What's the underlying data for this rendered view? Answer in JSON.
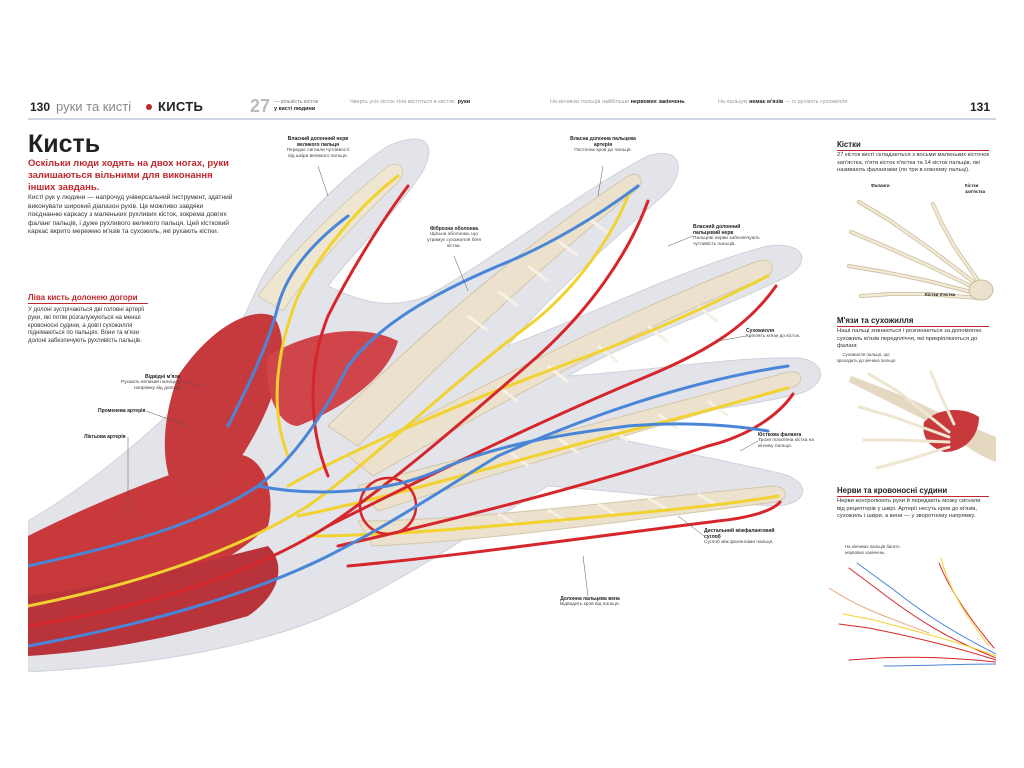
{
  "header": {
    "left_page_number": "130",
    "section": "руки та кисті",
    "chapter": "КИСТЬ",
    "fact_number": "27",
    "fact_text": "— кількість кісток",
    "fact_emph": "у кисті людини",
    "fact_2": "Чверть усіх кісток тіла містяться в кистях.",
    "fact_2_emph": "руки",
    "fact_3": "На кінчиках пальців найбільше",
    "fact_3_emph": "нервових закінчень",
    "fact_4": "На пальцях",
    "fact_4_emph": "немає м'язів",
    "fact_4_tail": "— їх рухають сухожилля.",
    "right_page_number": "131"
  },
  "main": {
    "title": "Кисть",
    "lead": "Оскільки люди ходять на двох ногах, руки залишаються вільними для виконання інших завдань.",
    "body": "Кисті рук у людини — напрочуд універсальний інструмент, здатний виконувати широкий діапазон рухів. Це можливо завдяки поєднанню каркасу з маленьких рухливих кісток, зокрема довгих фаланг пальців, і дуже рухливого великого пальця. Цей кістковий каркас вкрито мережею м'язів та сухожиль, які рухають кістки.",
    "palm_title": "Ліва кисть долонею догори",
    "palm_body": "У долоні зустрічаються дві головні артерії руки, які потім розгалужуються на менші кровоносні судини, а довгі сухожилля піднімаються по пальцях. Вони та м'язи долоні забезпечують рухливість пальців."
  },
  "labels": {
    "l1_t": "Власний долонний нерв великого пальця",
    "l1_d": "Передає сигнали чутливості від шкіри великого пальця.",
    "l2_t": "Фіброзна оболонка",
    "l2_d": "Щільна оболонка, що утримує сухожилля біля кістки.",
    "l3_t": "Власна долонна пальцева артерія",
    "l3_d": "Постачає кров до пальця.",
    "l4_t": "Власний долонний пальцевий нерв",
    "l4_d": "Пальцеві нерви забезпечують чутливість пальців.",
    "l5_t": "Сухожилля",
    "l5_d": "Кріплять м'язи до кісток.",
    "l6_t": "Відвідні м'язи",
    "l6_d": "Рухають великий палець у напрямку від долоні.",
    "l7_t": "Променева артерія",
    "l8_t": "Ліктьова артерія",
    "l9_t": "Кісткова фаланга",
    "l9_d": "Трохи похилена кістка на кінчику пальця.",
    "l10_t": "Дистальний міжфаланговий суглоб",
    "l10_d": "Суглоб між фалангами пальця.",
    "l11_t": "Долонна пальцева вена",
    "l11_d": "Відводить кров від пальця."
  },
  "sidebar": {
    "bones_title": "Кістки",
    "bones_text": "27 кісток кисті складаються з восьми маленьких кісточок зап'ястка, п'яти кісток п'ястка та 14 кісток пальців, які називають фалангами (по три в кожному пальці).",
    "bones_lbl1": "Фаланги",
    "bones_lbl2": "Кістки зап'ястка",
    "bones_lbl3": "Кістки п'ястка",
    "muscles_title": "М'язи та сухожилля",
    "muscles_text": "Наші пальці згинаються і розгинаються за допомогою сухожиль м'язів передпліччя, які прикріплюються до фаланг.",
    "muscles_lbl": "Сухожилля пальця, що проходить до кінчика пальця",
    "nerves_title": "Нерви та кровоносні судини",
    "nerves_text": "Нерви контролюють рухи й передають мозку сигнали від рецепторів у шкірі. Артерії несуть кров до м'язів, сухожиль і шкіри, а вени — у зворотному напрямку.",
    "nerves_lbl": "На кінчиках пальців багато нервових закінчень."
  },
  "colors": {
    "accent": "#c0282e",
    "artery": "#d6262b",
    "vein": "#4a86d8",
    "nerve": "#f2d22e",
    "bone": "#efe6d2",
    "muscle": "#c8393c"
  }
}
